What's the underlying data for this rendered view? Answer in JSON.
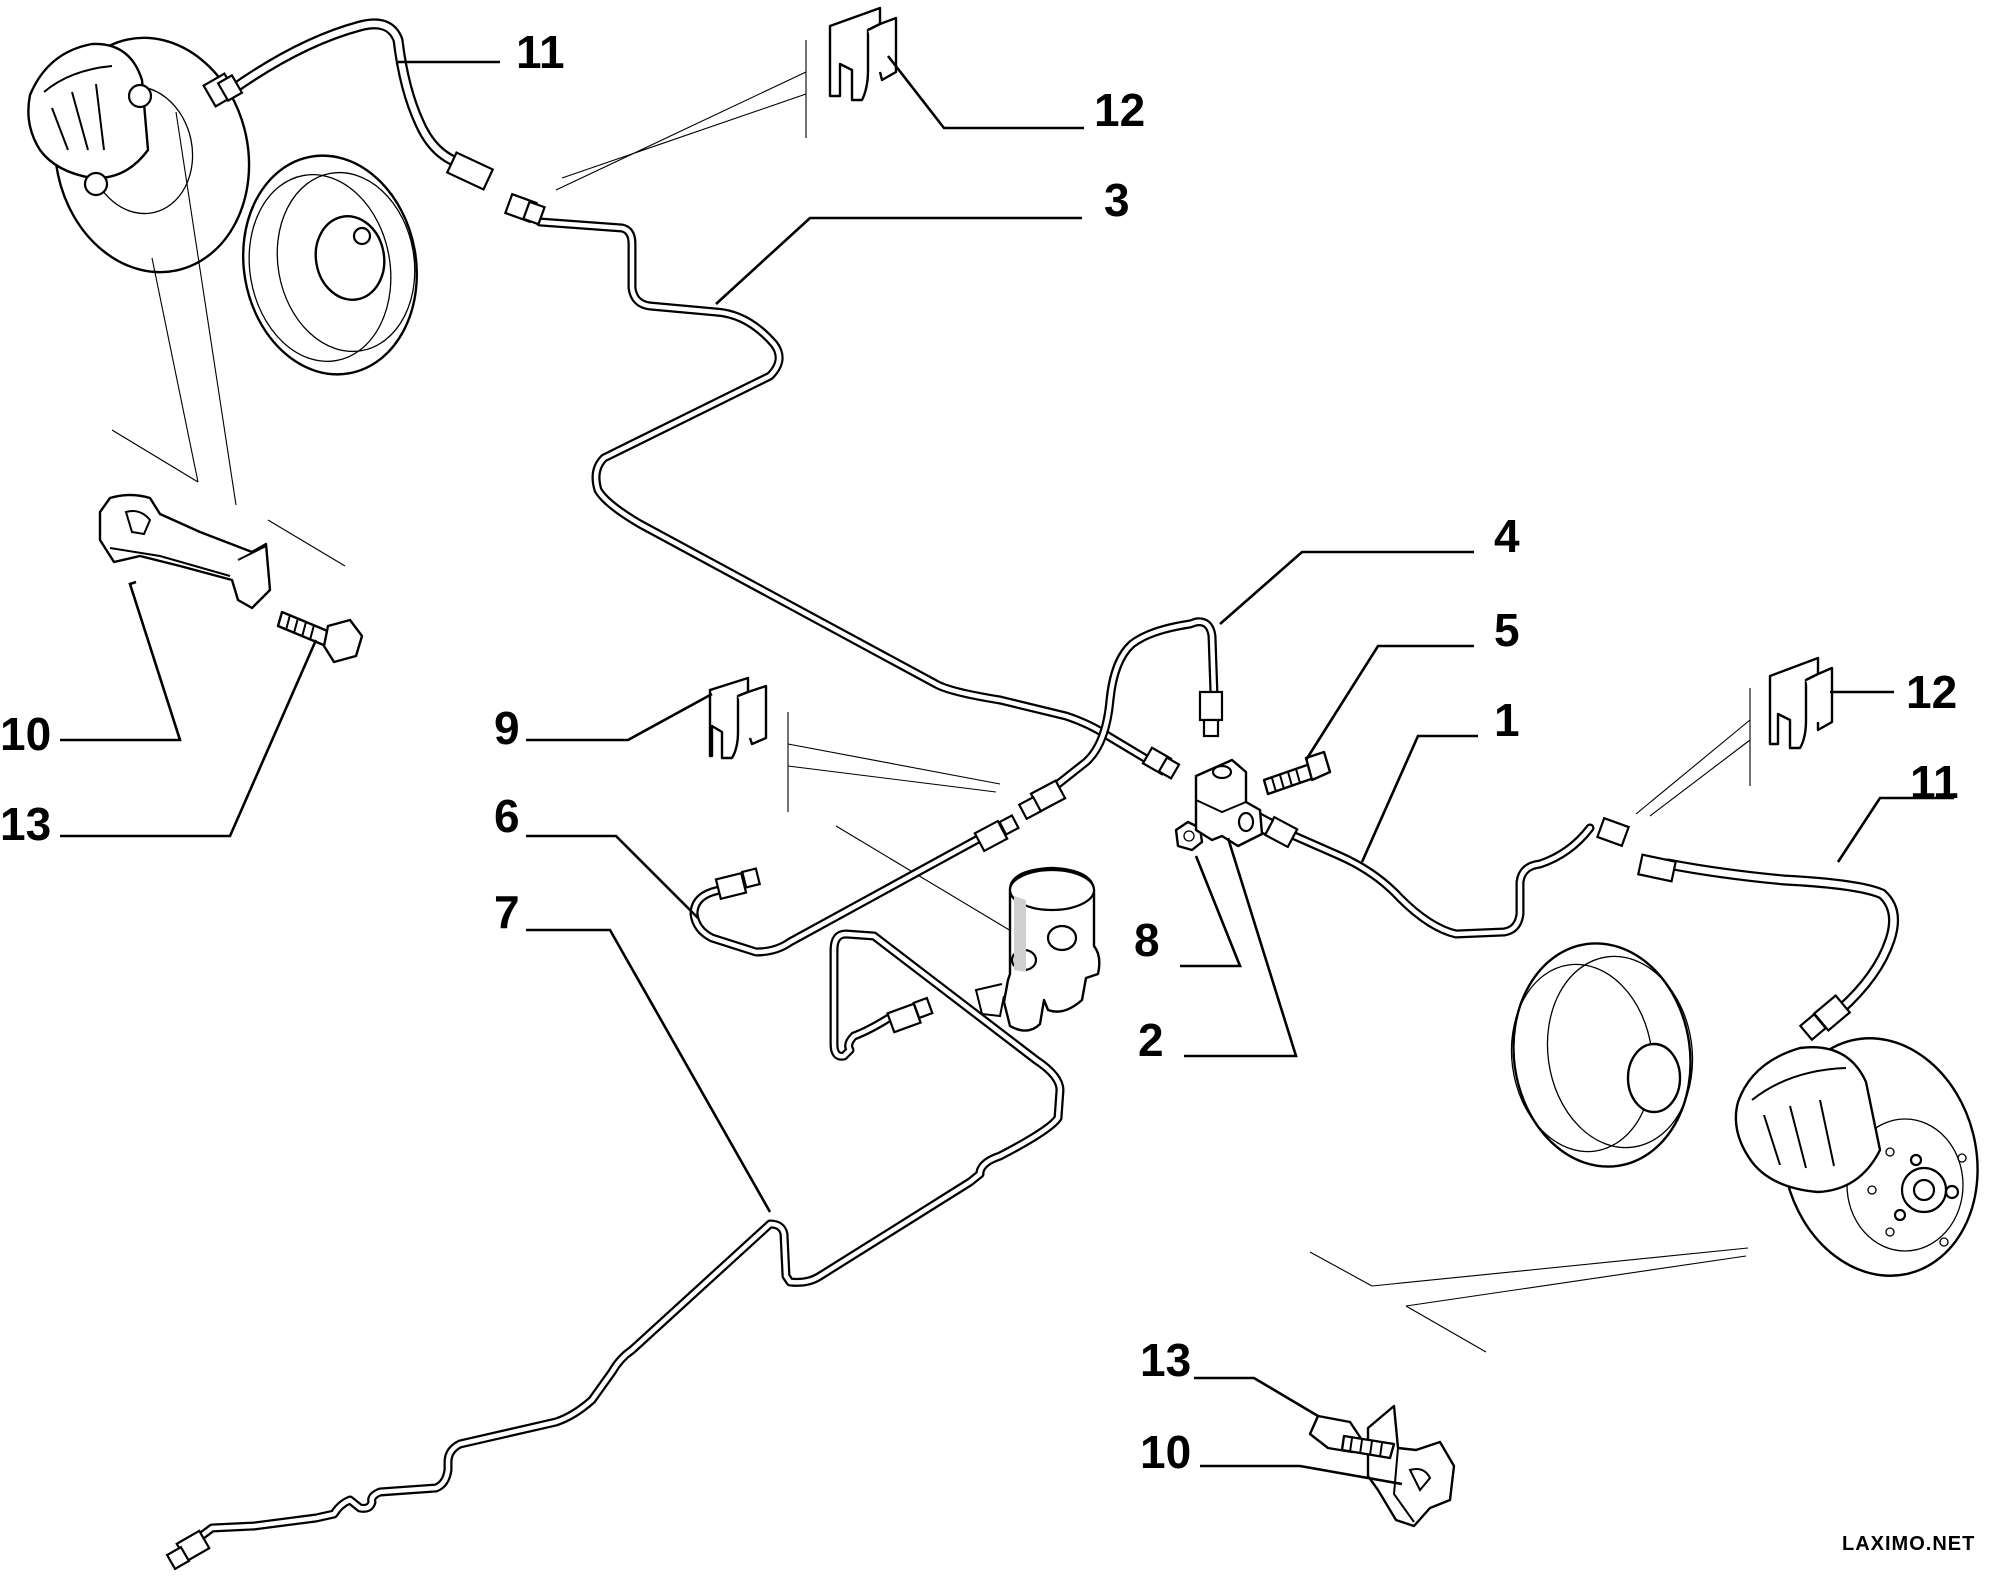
{
  "diagram": {
    "watermark": "LAXIMO.NET",
    "callouts": [
      {
        "id": "c11-top",
        "label": "11"
      },
      {
        "id": "c12-top",
        "label": "12"
      },
      {
        "id": "c3",
        "label": "3"
      },
      {
        "id": "c4",
        "label": "4"
      },
      {
        "id": "c5",
        "label": "5"
      },
      {
        "id": "c1",
        "label": "1"
      },
      {
        "id": "c12-right",
        "label": "12"
      },
      {
        "id": "c11-right",
        "label": "11"
      },
      {
        "id": "c9",
        "label": "9"
      },
      {
        "id": "c10-left",
        "label": "10"
      },
      {
        "id": "c13-left",
        "label": "13"
      },
      {
        "id": "c6",
        "label": "6"
      },
      {
        "id": "c7",
        "label": "7"
      },
      {
        "id": "c8",
        "label": "8"
      },
      {
        "id": "c2",
        "label": "2"
      },
      {
        "id": "c13-bottom",
        "label": "13"
      },
      {
        "id": "c10-bottom",
        "label": "10"
      }
    ]
  }
}
